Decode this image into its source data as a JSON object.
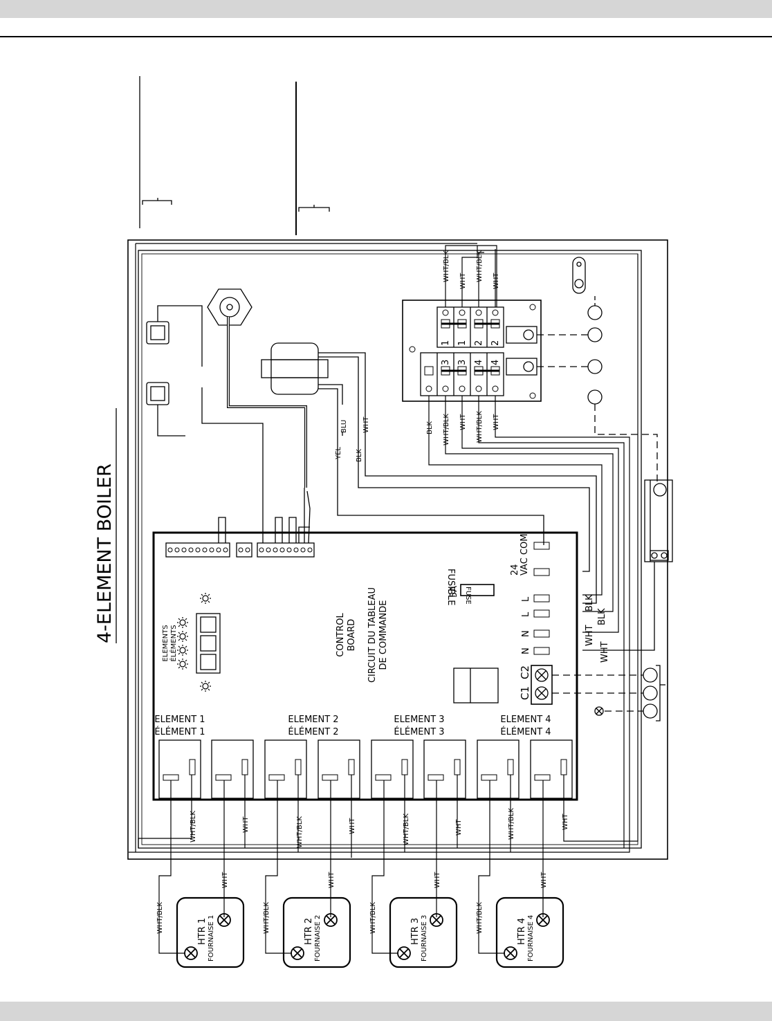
{
  "title": "4-ELEMENT BOILER",
  "control_board": {
    "title_en_1": "CONTROL",
    "title_en_2": "BOARD",
    "title_fr_1": "CIRCUIT  DU  TABLEAU",
    "title_fr_2": "DE  COMMANDE",
    "elements_en": "ELEMENTS",
    "elements_fr": "ÉLÉMENTS",
    "fuse_fr": "FUSIBLE",
    "fuse_rating": "5A",
    "fuse_label": "FUSE",
    "vac_num": "24",
    "vac_label": "VAC COM",
    "term_L": "L",
    "term_N": "N",
    "c1": "C1",
    "c2": "C2",
    "element_headers": [
      {
        "en": "ELEMENT  1",
        "fr": "ÉLÉMENT  1"
      },
      {
        "en": "ELEMENT  2",
        "fr": "ÉLÉMENT  2"
      },
      {
        "en": "ELEMENT  3",
        "fr": "ÉLÉMENT  3"
      },
      {
        "en": "ELEMENT  4",
        "fr": "ÉLÉMENT  4"
      }
    ]
  },
  "heaters": [
    {
      "en": "HTR  1",
      "fr": "FOURNAISE  1"
    },
    {
      "en": "HTR  2",
      "fr": "FOURNAISE  2"
    },
    {
      "en": "HTR  3",
      "fr": "FOURNAISE  3"
    },
    {
      "en": "HTR  4",
      "fr": "FOURNAISE  4"
    }
  ],
  "terminal_block": {
    "numbers": [
      "1",
      "1",
      "2",
      "2",
      "3",
      "3",
      "4",
      "4"
    ]
  },
  "wires": {
    "wht_blk": "WHT/BLK",
    "wht": "WHT",
    "blk": "BLK",
    "blu": "BLU",
    "yel": "YEL"
  }
}
